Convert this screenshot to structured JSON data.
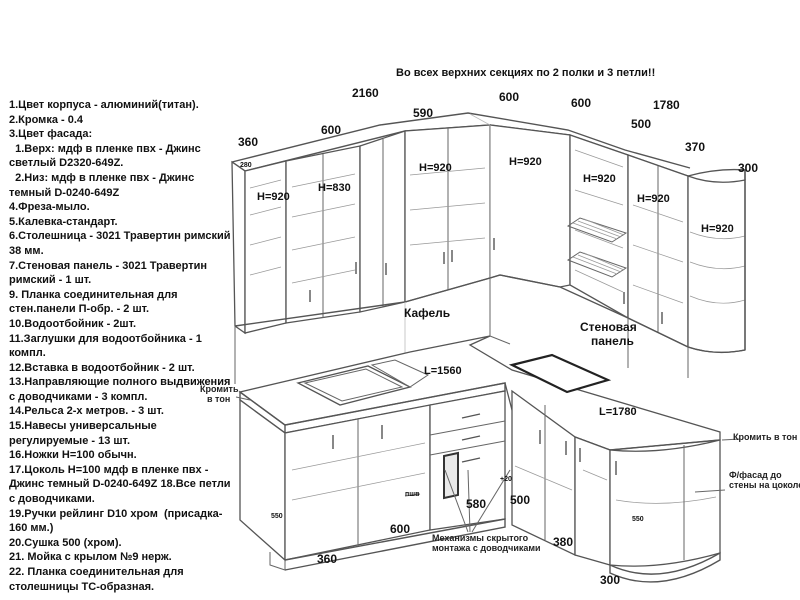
{
  "note": "Во всех верхних секциях по 2 полки и 3 петли!!",
  "spec": [
    "1.Цвет корпуса - алюминий(титан).",
    "2.Кромка - 0.4",
    "3.Цвет фасада:",
    "  1.Верх: мдф в пленке пвх - Джинс",
    "светлый D2320-649Z.",
    "  2.Низ: мдф в пленке пвх - Джинс",
    "темный D-0240-649Z",
    "4.Фреза-мыло.",
    "5.Калевка-стандарт.",
    "6.Столешница - 3021 Травертин римский",
    "38 мм.",
    "7.Стеновая панель - 3021 Травертин",
    "римский - 1 шт.",
    "9. Планка соединительная для",
    "стен.панели П-обр. - 2 шт.",
    "10.Водоотбойник - 2шт.",
    "11.Заглушки для водоотбойника - 1",
    "компл.",
    "12.Вставка в водоотбойник - 2 шт.",
    "13.Направляющие полного выдвижения",
    "с доводчиками - 3 компл.",
    "14.Рельса 2-х метров. - 3 шт.",
    "15.Навесы универсальные",
    "регулируемые - 13 шт.",
    "16.Ножки Н=100 обычн.",
    "17.Цоколь Н=100 мдф в пленке пвх -",
    "Джинс темный D-0240-649Z 18.Все петли",
    "с доводчиками.",
    "19.Ручки рейлинг D10 хром  (присадка-",
    "160 мм.)",
    "20.Сушка 500 (хром).",
    "21. Мойка с крылом №9 нерж.",
    "22. Планка соединительная для",
    "столешницы ТС-образная."
  ],
  "dimensions": {
    "total_upper_left": "2160",
    "upper_360": "360",
    "upper_600_a": "600",
    "upper_590": "590",
    "upper_600_b": "600",
    "upper_600_c": "600",
    "upper_total_right": "1780",
    "upper_500": "500",
    "upper_370": "370",
    "upper_300": "300",
    "upper_depth_280": "280",
    "height_920_a": "H=920",
    "height_830": "H=830",
    "height_920_b": "H=920",
    "height_920_c": "H=920",
    "height_920_d": "H=920",
    "height_920_e": "H=920",
    "height_920_f": "H=920",
    "counter_left": "L=1560",
    "counter_right": "L=1780",
    "base_550_left": "550",
    "base_550_right": "550",
    "base_360": "360",
    "base_600": "600",
    "base_580": "580",
    "base_500": "500",
    "base_380": "380",
    "base_300": "300",
    "offset_20": "+20",
    "plinth_label": "пшв"
  },
  "labels": {
    "tile": "Кафель",
    "wall_panel_1": "Стеновая",
    "wall_panel_2": "панель",
    "chrome_left_1": "Кромить",
    "chrome_left_2": "в тон",
    "chrome_right": "Кромить в тон",
    "facade_1": "Ф/фасад до",
    "facade_2": "стены на цоколе",
    "mech_1": "Механизмы скрытого",
    "mech_2": "монтажа с доводчиками"
  }
}
